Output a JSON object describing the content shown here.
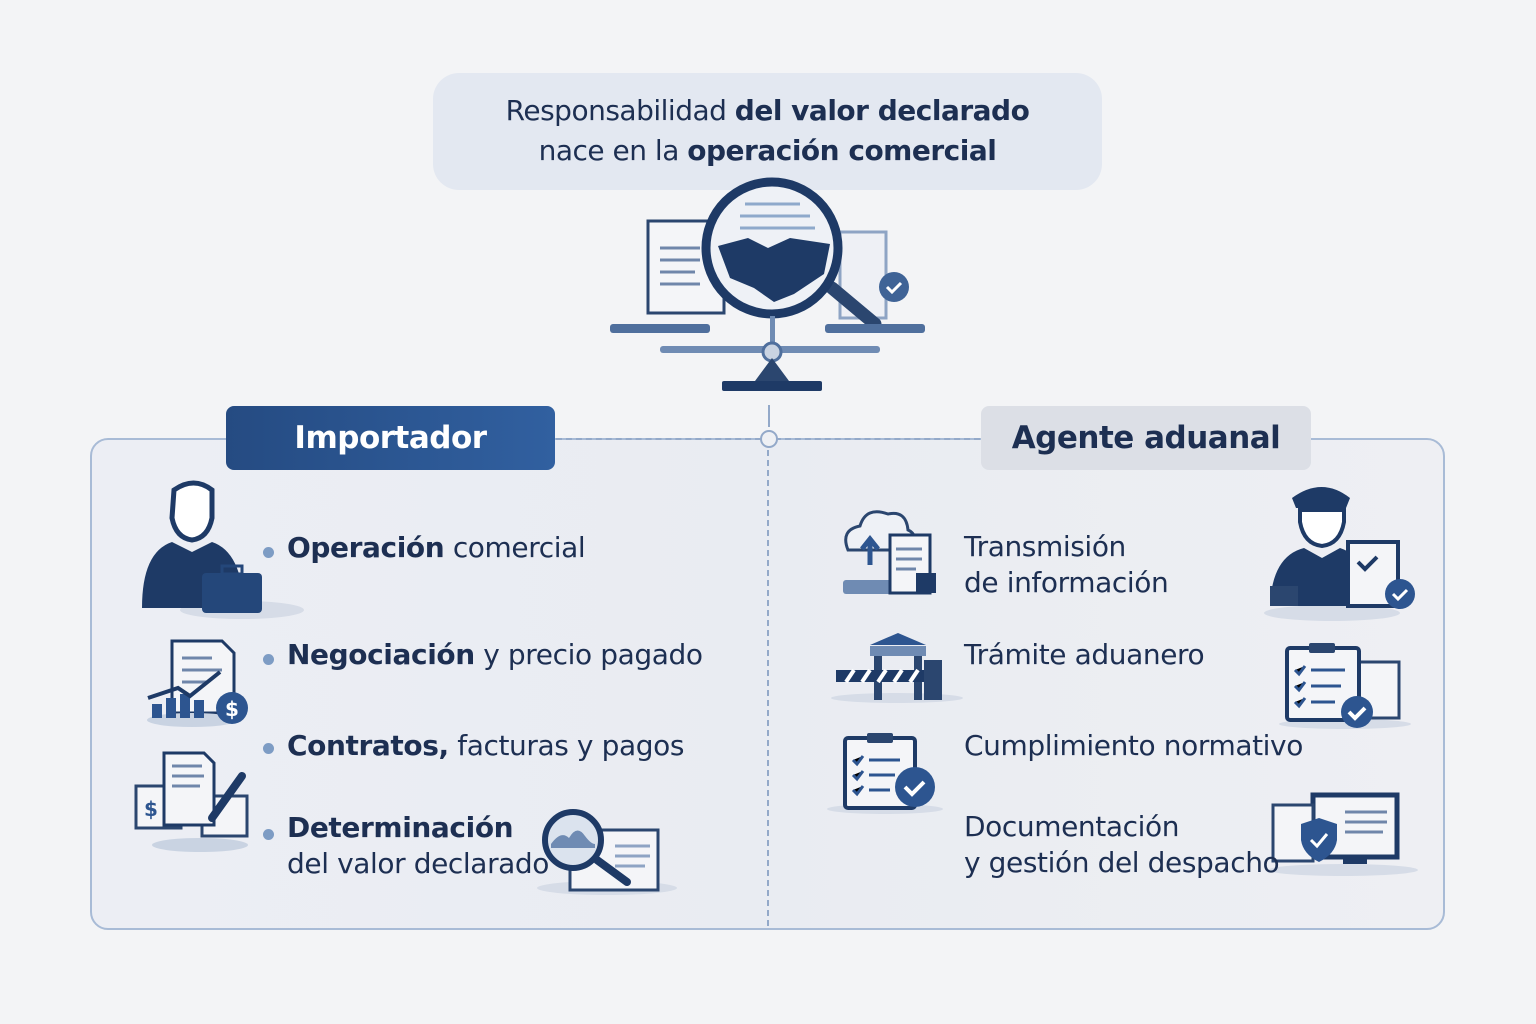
{
  "header": {
    "line1_regular": "Responsabilidad ",
    "line1_bold": "del valor declarado",
    "line2_regular": "nace en la ",
    "line2_bold": "operación comercial"
  },
  "importador": {
    "label": "Importador",
    "items": [
      {
        "bold": "Operación",
        "regular": " comercial",
        "icon": "businessman-briefcase-icon"
      },
      {
        "bold": "Negociación",
        "regular": " y precio pagado",
        "icon": "document-chart-dollar-icon"
      },
      {
        "bold": "Contratos,",
        "regular": " facturas y pagos",
        "icon": "contract-signing-icon"
      },
      {
        "bold": "Determinación",
        "regular": "del valor declarado",
        "icon": "magnifier-document-icon"
      }
    ]
  },
  "agente": {
    "label": "Agente aduanal",
    "items": [
      {
        "line1": "Transmisión",
        "line2": "de información",
        "icon": "cloud-upload-documents-icon"
      },
      {
        "line1": "Trámite aduanero",
        "line2": "",
        "icon": "customs-barrier-icon"
      },
      {
        "line1": "Cumplimiento normativo",
        "line2": "",
        "icon": "checklist-clipboard-icon"
      },
      {
        "line1": "Documentación",
        "line2": "y gestión del despacho",
        "icon": "monitor-shield-icon"
      }
    ],
    "side_icons": [
      "customs-officer-icon",
      "clipboard-documents-check-icon"
    ]
  },
  "colors": {
    "navy": "#1d2f52",
    "accent": "#2d5590",
    "light": "#e3e8f1",
    "border": "#a8bbd6"
  }
}
